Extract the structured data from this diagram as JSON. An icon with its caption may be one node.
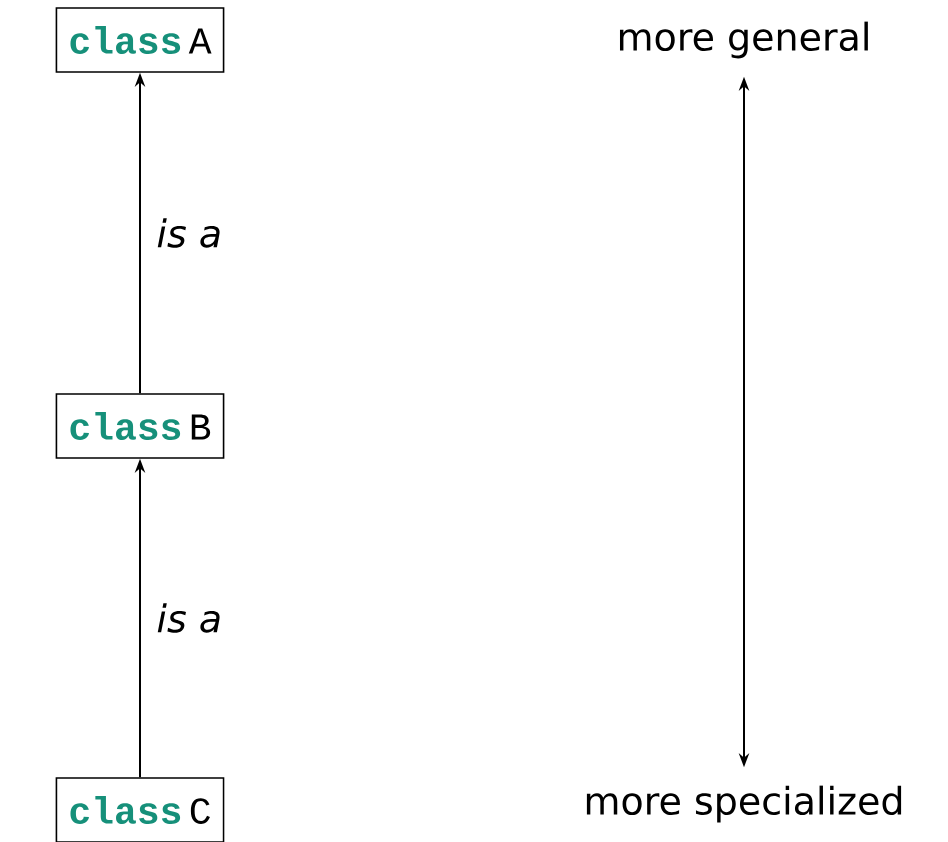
{
  "diagram": {
    "nodes": [
      {
        "text": [
          "class",
          "A"
        ]
      },
      {
        "text": [
          "class",
          "B"
        ]
      },
      {
        "text": [
          "class",
          "C"
        ]
      },
      {
        "text": [
          "more general"
        ]
      },
      {
        "text": [
          "more specialized"
        ]
      }
    ],
    "edges": [
      {
        "from": 1,
        "to": 0,
        "arrow": "to",
        "label": "*is a*"
      },
      {
        "from": 2,
        "to": 1,
        "arrow": "to",
        "label": "*is a*"
      },
      {
        "from": 3,
        "to": 4,
        "arrow": "both"
      }
    ]
  }
}
